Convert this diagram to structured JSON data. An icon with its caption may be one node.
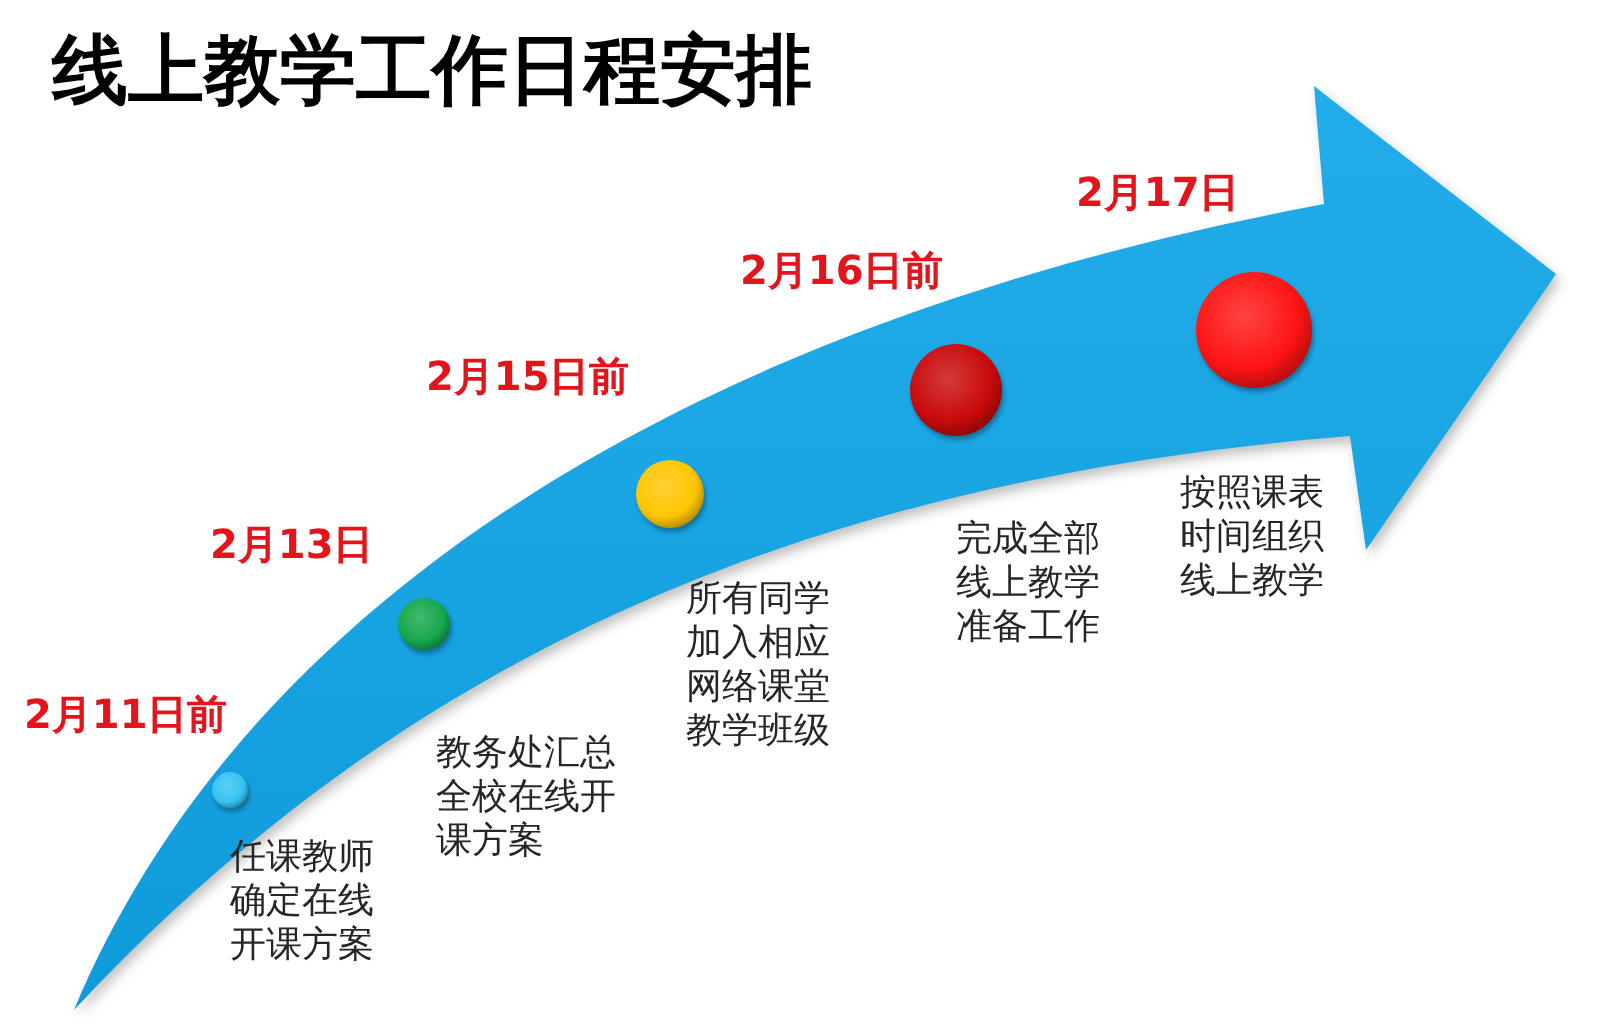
{
  "diagram": {
    "title": "线上教学工作日程安排",
    "nodes": [
      {
        "text": [],
        "shape": "circle",
        "beside": [
          "2月11日前",
          "任课教师确定在线开课方案"
        ]
      },
      {
        "text": [],
        "shape": "circle",
        "beside": [
          "2月13日",
          "教务处汇总全校在线开课方案"
        ]
      },
      {
        "text": [],
        "shape": "circle",
        "beside": [
          "2月15日前",
          "所有同学加入相应网络课堂教学班级"
        ]
      },
      {
        "text": [],
        "shape": "circle",
        "beside": [
          "2月16日前",
          "完成全部线上教学准备工作"
        ]
      },
      {
        "text": [],
        "shape": "circle",
        "beside": [
          "2月17日",
          "按照课表时间组织线上教学"
        ]
      }
    ]
  }
}
